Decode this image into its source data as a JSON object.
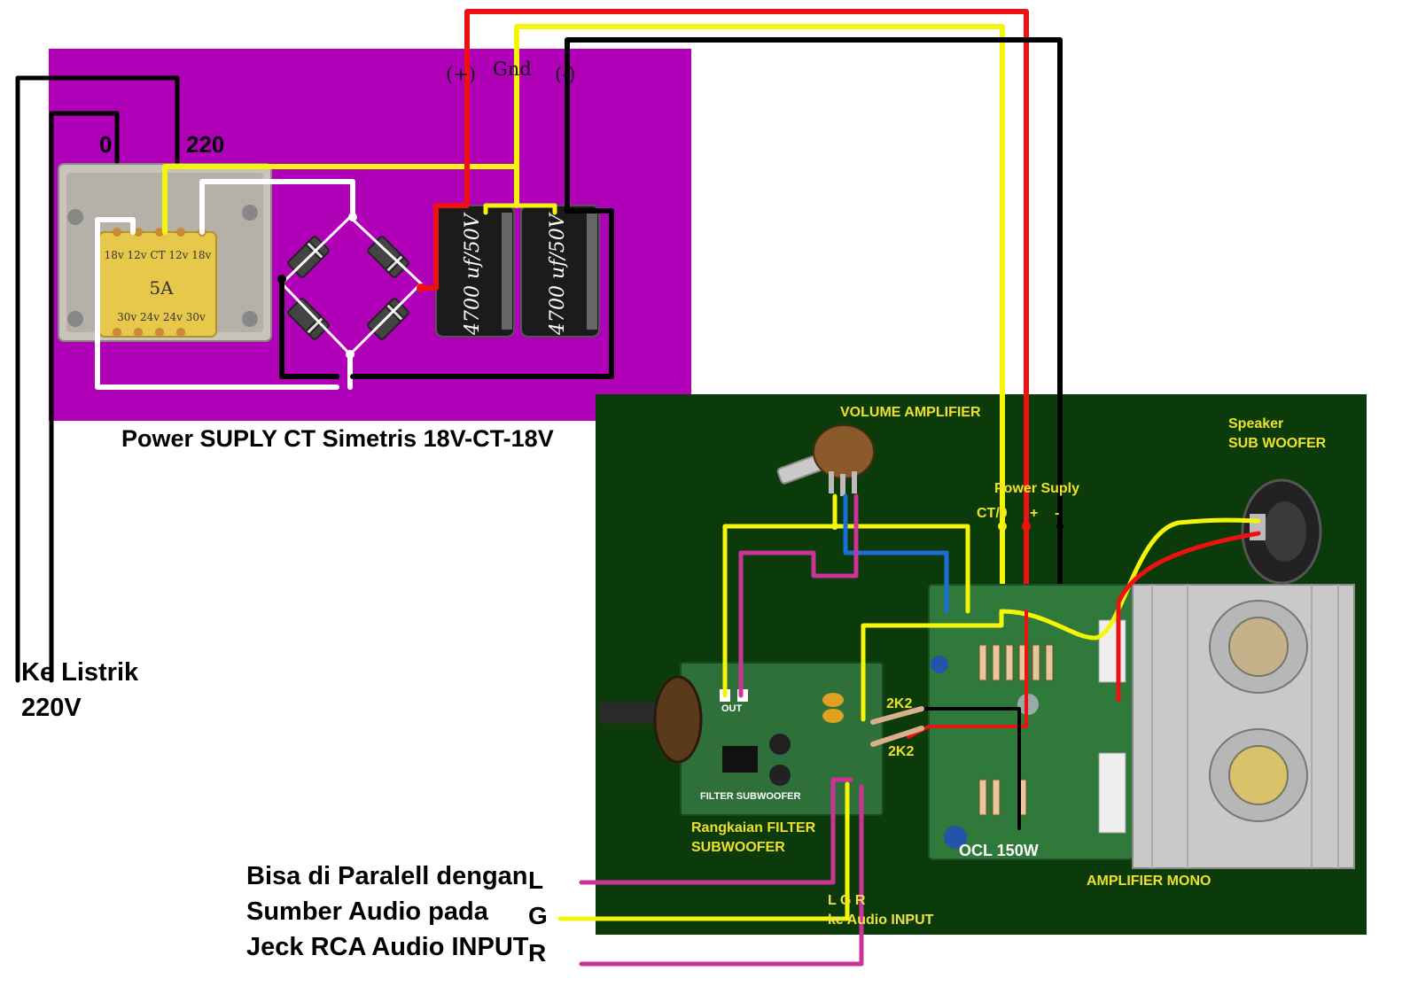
{
  "power_supply": {
    "caption": "Power SUPLY CT Simetris 18V-CT-18V",
    "transformer": {
      "label_0": "0",
      "label_220": "220",
      "taps_top": "18v 12v CT 12v 18v",
      "rating": "5A",
      "taps_bottom": "30v 24v 24v 30v"
    },
    "capacitor_1": "4700 uf/50V",
    "capacitor_2": "4700 uf/50V",
    "terminals": {
      "plus": "(+)",
      "gnd": "Gnd",
      "minus": "(-)"
    }
  },
  "mains": {
    "line1": "Ke Listrik",
    "line2": "220V"
  },
  "board": {
    "volume_label": "VOLUME AMPLIFIER",
    "speaker_line1": "Speaker",
    "speaker_line2": "SUB WOOFER",
    "power_suply": "Power Suply",
    "ct_label": "CT/0",
    "plus_label": "+",
    "minus_label": "-",
    "filter_line1": "Rangkaian FILTER",
    "filter_line2": "SUBWOOFER",
    "amp_mono": "AMPLIFIER MONO",
    "r1": "2K2",
    "r2": "2K2",
    "ocl": "OCL 150W",
    "audio_input_lgr": "L  G  R",
    "audio_input": "ke Audio INPUT",
    "filter_pcb": "FILTER SUBWOOFER",
    "out_label": "OUT"
  },
  "rca_note": {
    "line1": "Bisa di Paralell dengan",
    "line2": "Sumber Audio pada",
    "line3": "Jeck RCA Audio INPUT",
    "L": "L",
    "G": "G",
    "R": "R"
  },
  "colors": {
    "ps_panel": "#b000b8",
    "board_panel": "#0b3a0b",
    "wire_red": "#ee1111",
    "wire_yellow": "#f5f50a",
    "wire_black": "#000000",
    "wire_white": "#ffffff",
    "wire_magenta": "#cc3399",
    "wire_blue": "#1a6fd6"
  }
}
